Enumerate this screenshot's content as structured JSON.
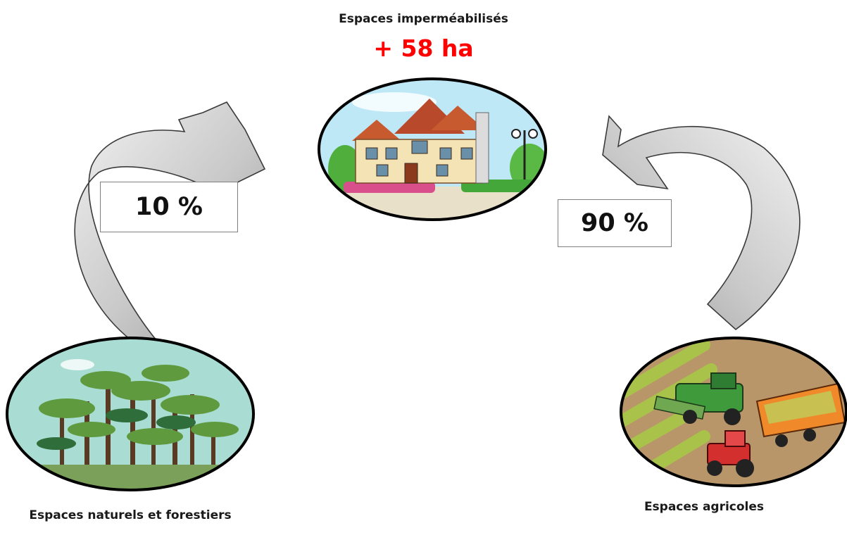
{
  "target": {
    "label": "Espaces imperméabilisés",
    "value": "+ 58 ha",
    "value_color": "#ff0000",
    "icon": "town-houses-icon"
  },
  "flows": [
    {
      "percent": "10 %",
      "from": "natural"
    },
    {
      "percent": "90 %",
      "from": "agricultural"
    }
  ],
  "sources": {
    "natural": {
      "label": "Espaces naturels et forestiers",
      "icon": "forest-icon"
    },
    "agricultural": {
      "label": "Espaces agricoles",
      "icon": "harvester-field-icon"
    }
  },
  "colors": {
    "arrow_fill": "#c8c8c8",
    "arrow_stroke": "#3a3a3a"
  }
}
